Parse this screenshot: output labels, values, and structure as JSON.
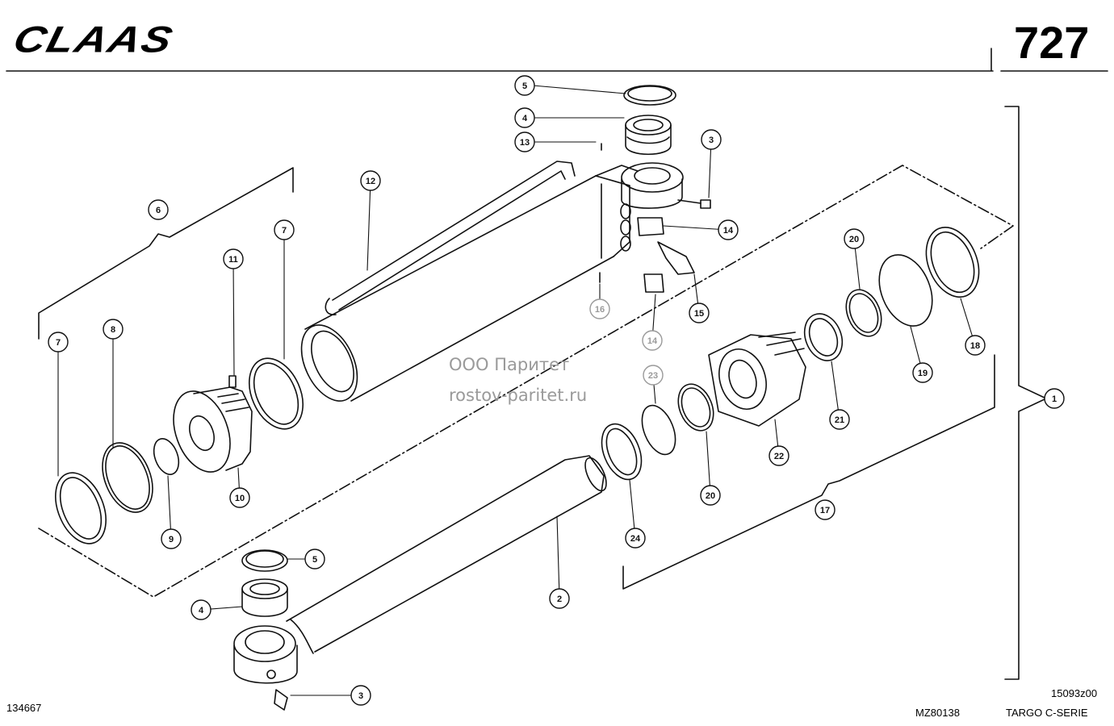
{
  "header": {
    "brand": "CLAAS",
    "page_number": "727"
  },
  "watermark": {
    "line1": "ООО Паритет",
    "line2": "rostov-paritet.ru"
  },
  "footer": {
    "left_code": "134667",
    "center_code": "MZ80138",
    "right_code": "15093z00",
    "series": "TARGO C-SERIE"
  },
  "callouts": [
    {
      "id": "c1",
      "label": "1",
      "grey": false
    },
    {
      "id": "c2",
      "label": "2",
      "grey": false
    },
    {
      "id": "c3a",
      "label": "3",
      "grey": false
    },
    {
      "id": "c3b",
      "label": "3",
      "grey": false
    },
    {
      "id": "c4a",
      "label": "4",
      "grey": false
    },
    {
      "id": "c4b",
      "label": "4",
      "grey": false
    },
    {
      "id": "c5a",
      "label": "5",
      "grey": false
    },
    {
      "id": "c5b",
      "label": "5",
      "grey": false
    },
    {
      "id": "c6",
      "label": "6",
      "grey": false
    },
    {
      "id": "c7a",
      "label": "7",
      "grey": false
    },
    {
      "id": "c7b",
      "label": "7",
      "grey": false
    },
    {
      "id": "c8",
      "label": "8",
      "grey": false
    },
    {
      "id": "c9",
      "label": "9",
      "grey": false
    },
    {
      "id": "c10",
      "label": "10",
      "grey": false
    },
    {
      "id": "c11",
      "label": "11",
      "grey": false
    },
    {
      "id": "c12",
      "label": "12",
      "grey": false
    },
    {
      "id": "c13",
      "label": "13",
      "grey": false
    },
    {
      "id": "c14a",
      "label": "14",
      "grey": false
    },
    {
      "id": "c14b",
      "label": "14",
      "grey": true
    },
    {
      "id": "c15",
      "label": "15",
      "grey": false
    },
    {
      "id": "c16",
      "label": "16",
      "grey": true
    },
    {
      "id": "c17",
      "label": "17",
      "grey": false
    },
    {
      "id": "c18",
      "label": "18",
      "grey": false
    },
    {
      "id": "c19",
      "label": "19",
      "grey": false
    },
    {
      "id": "c20a",
      "label": "20",
      "grey": false
    },
    {
      "id": "c20b",
      "label": "20",
      "grey": false
    },
    {
      "id": "c21",
      "label": "21",
      "grey": false
    },
    {
      "id": "c22",
      "label": "22",
      "grey": false
    },
    {
      "id": "c23",
      "label": "23",
      "grey": true
    },
    {
      "id": "c24",
      "label": "24",
      "grey": false
    }
  ]
}
